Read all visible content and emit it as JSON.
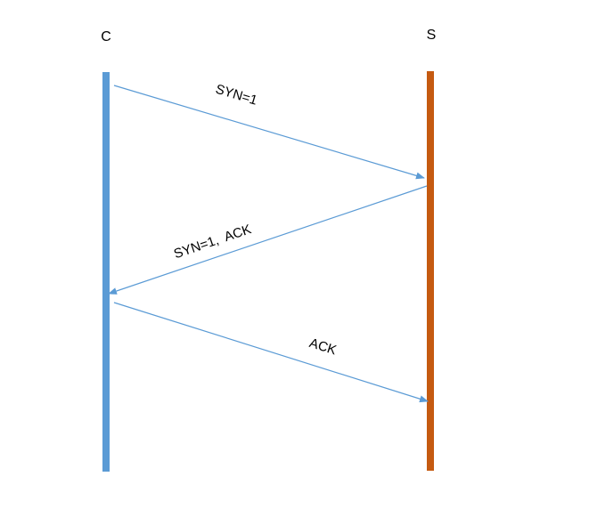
{
  "client": {
    "label": "C",
    "color": "#5b9bd5"
  },
  "server": {
    "label": "S",
    "color": "#c55a11"
  },
  "arrow_color": "#5b9bd5",
  "messages": [
    {
      "label": "SYN=1",
      "direction": "client-to-server"
    },
    {
      "label": "SYN=1,  ACK",
      "direction": "server-to-client"
    },
    {
      "label": "ACK",
      "direction": "client-to-server"
    }
  ]
}
